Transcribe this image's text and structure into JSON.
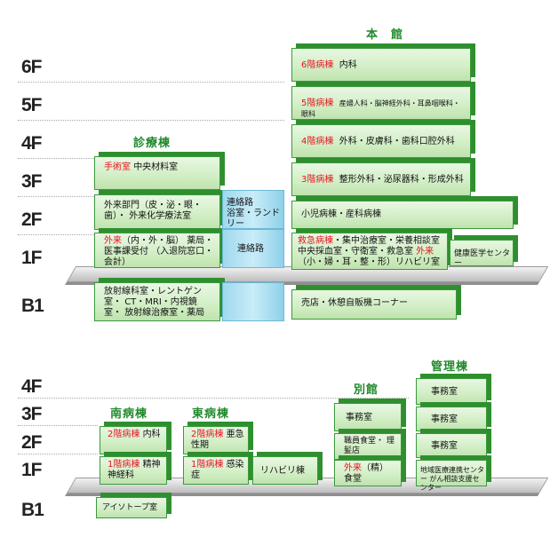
{
  "floors_top": [
    "6F",
    "5F",
    "4F",
    "3F",
    "2F",
    "1F",
    "B1"
  ],
  "floors_bottom": [
    "4F",
    "3F",
    "2F",
    "1F",
    "B1"
  ],
  "titles": {
    "honkan": "本　館",
    "shinryo": "診療棟",
    "minami": "南病棟",
    "higashi": "東病棟",
    "bekkan": "別館",
    "kanri": "管理棟"
  },
  "honkan": {
    "f6": {
      "ward": "6階病棟",
      "text": "内科"
    },
    "f5": {
      "ward": "5階病棟",
      "text": "産婦人科・脳神経外科・耳鼻咽喉科・眼科"
    },
    "f4": {
      "ward": "4階病棟",
      "text": "外科・皮膚科・歯科口腔外科"
    },
    "f3": {
      "ward": "3階病棟",
      "text": "整形外科・泌尿器科・形成外科"
    },
    "f2": {
      "text": "小児病棟・産科病棟"
    },
    "f1_line1_red": "救急病棟",
    "f1_line1": "・集中治療室・栄養相談室",
    "f1_line2": "中央採血室・守衛室・救急室",
    "f1_line3_red": "外来",
    "f1_line3": "（小・婦・耳・整・形）リハビリ室",
    "f1_side": "健康医学センター",
    "b1": "売店・休憩自販機コーナー"
  },
  "shinryo": {
    "f3_red": "手術室",
    "f3": "中央材料室",
    "f2_line1": "外来部門（皮・泌・眼・歯）・",
    "f2_line2": "外来化学療法室",
    "f1_red": "外来",
    "f1_line1": "（内・外・脳）",
    "f1_line2": "薬局・医事課受付",
    "f1_line3": "（入退院窓口・会計）",
    "b1_line1": "放射線科室・レントゲン室・",
    "b1_line2": "CT・MRI・内視鏡室・",
    "b1_line3": "放射線治療室・薬局"
  },
  "connector": {
    "f2_line1": "連絡路",
    "f2_line2": "浴室・ランドリー",
    "f1": "連絡路"
  },
  "minami": {
    "f2_red": "2階病棟",
    "f2": "内科",
    "f1_red": "1階病棟",
    "f1": "精神神経科",
    "b1": "アイソトープ室"
  },
  "higashi": {
    "f2_red": "2階病棟",
    "f2": "亜急性期",
    "f1_red": "1階病棟",
    "f1": "感染症",
    "rehab": "リハビリ棟"
  },
  "bekkan": {
    "f3": "事務室",
    "f2_line1": "職員食堂・",
    "f2_line2": "理髪店",
    "f1_red": "外来",
    "f1_suffix": "（精）",
    "f1_line2": "食堂"
  },
  "kanri": {
    "f4": "事務室",
    "f3": "事務室",
    "f2": "事務室",
    "f1_line1": "地域医療連携センター",
    "f1_line2": "がん相談支援センター"
  },
  "colors": {
    "green": "#1f8a2a",
    "red": "#e8131f",
    "room_border": "#3c9a3c",
    "connector": "#9fd9ee"
  }
}
